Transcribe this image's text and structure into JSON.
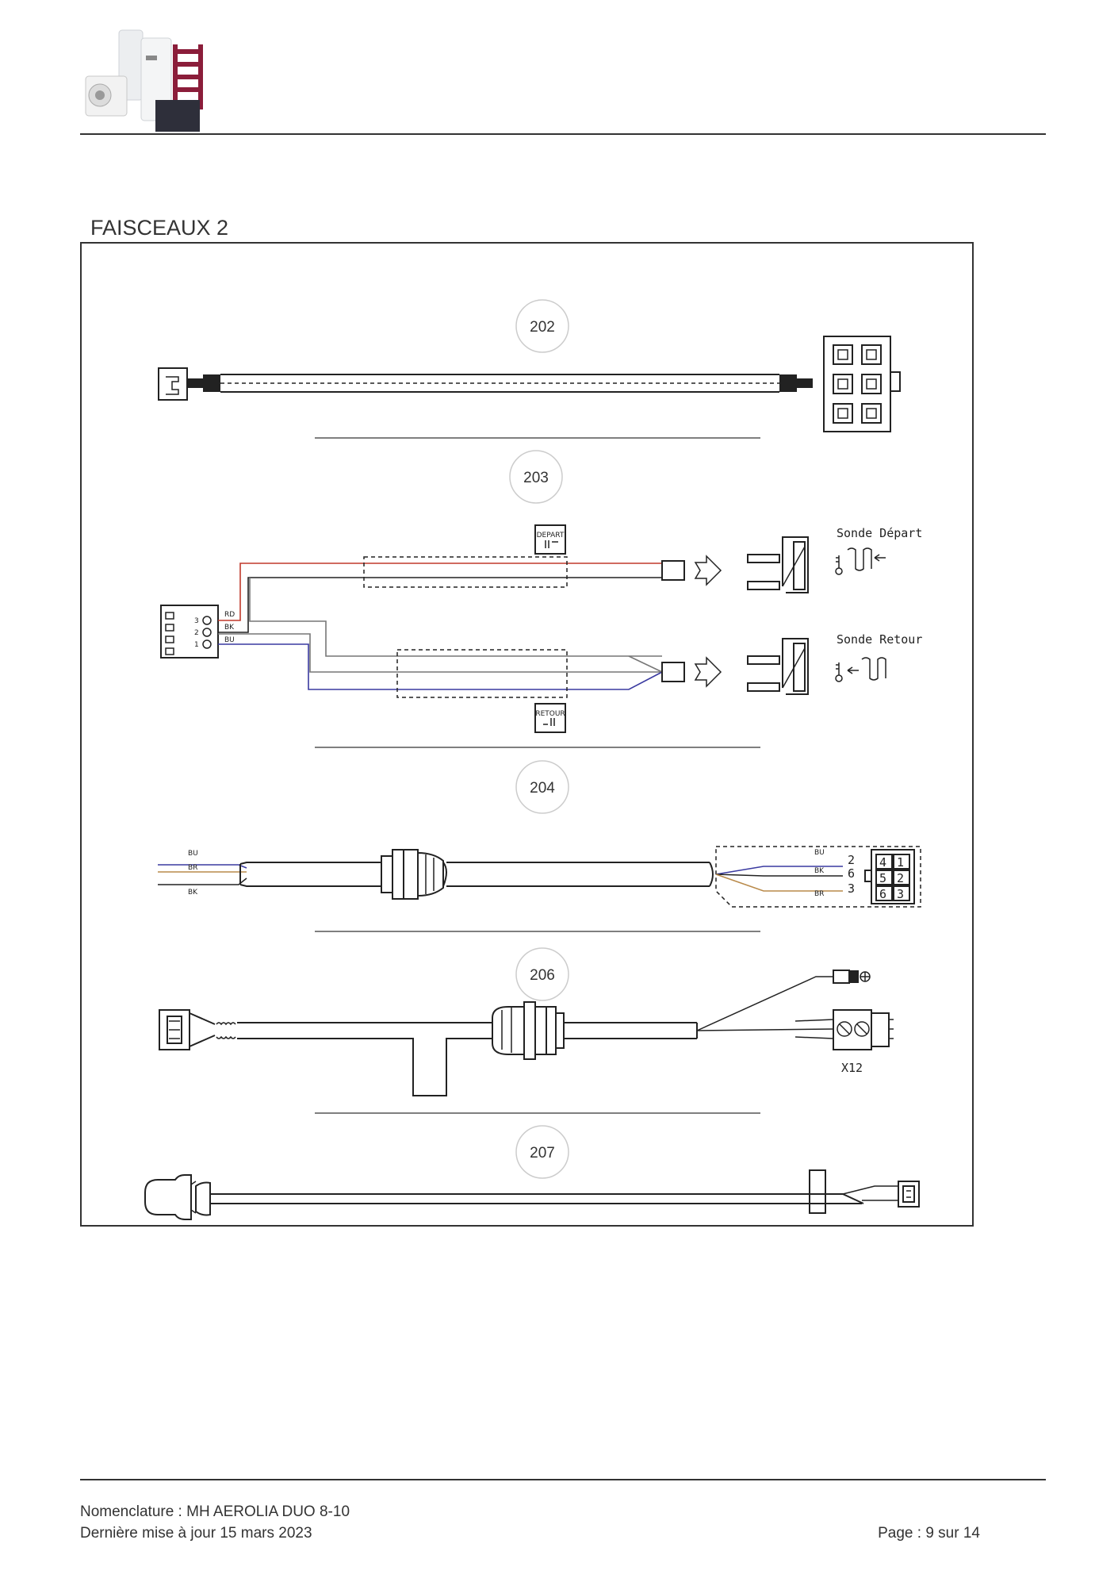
{
  "header": {
    "logo": "product-range-logo"
  },
  "section": {
    "title": "FAISCEAUX 2"
  },
  "diagrams": {
    "d202": {
      "label": "202"
    },
    "d203": {
      "label": "203",
      "wires": [
        "RD",
        "BK",
        "BU"
      ],
      "pins": [
        "3",
        "2",
        "1"
      ],
      "tag_depart": "DEPART",
      "tag_retour": "RETOUR",
      "sonde_depart": "Sonde Départ",
      "sonde_retour": "Sonde Retour"
    },
    "d204": {
      "label": "204",
      "left_wires": [
        "BU",
        "BR",
        "BK"
      ],
      "right_wires": [
        "BU",
        "BK",
        "BR"
      ],
      "right_pins": [
        "2",
        "6",
        "3"
      ],
      "conn_pins": [
        "4",
        "1",
        "5",
        "2",
        "6",
        "3"
      ]
    },
    "d206": {
      "label": "206",
      "connector": "X12"
    },
    "d207": {
      "label": "207"
    }
  },
  "colors": {
    "red_wire": "#c0392b",
    "blue_wire": "#3a3aa0",
    "brown_wire": "#b98a4a",
    "line": "#222222"
  },
  "footer": {
    "line1": "Nomenclature : MH AEROLIA DUO 8-10",
    "line2": "Dernière mise à jour 15 mars 2023",
    "page": "Page : 9 sur 14"
  }
}
